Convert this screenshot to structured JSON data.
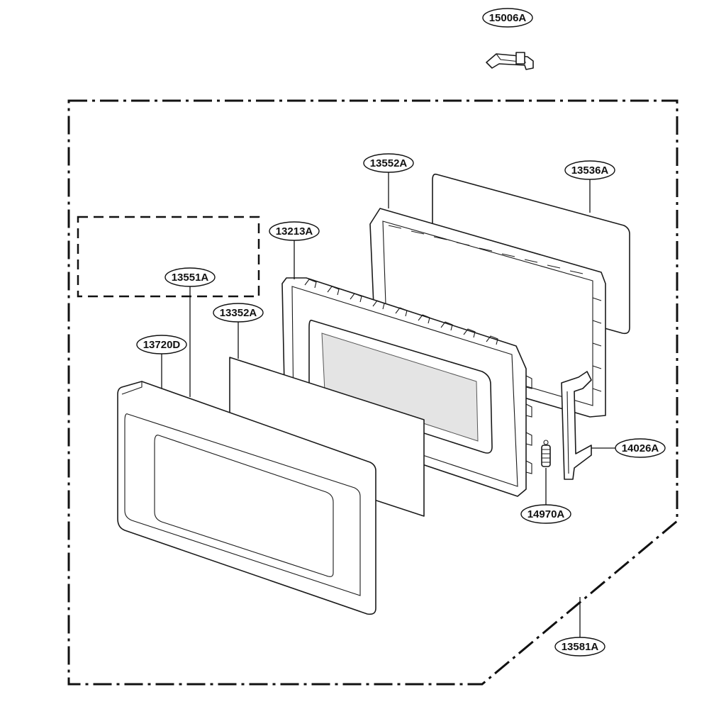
{
  "labels": {
    "l15006A": "15006A",
    "l13552A": "13552A",
    "l13536A": "13536A",
    "l13213A": "13213A",
    "l13551A": "13551A",
    "l13352A": "13352A",
    "l13720D": "13720D",
    "l14026A": "14026A",
    "l14970A": "14970A",
    "l13581A": "13581A"
  }
}
